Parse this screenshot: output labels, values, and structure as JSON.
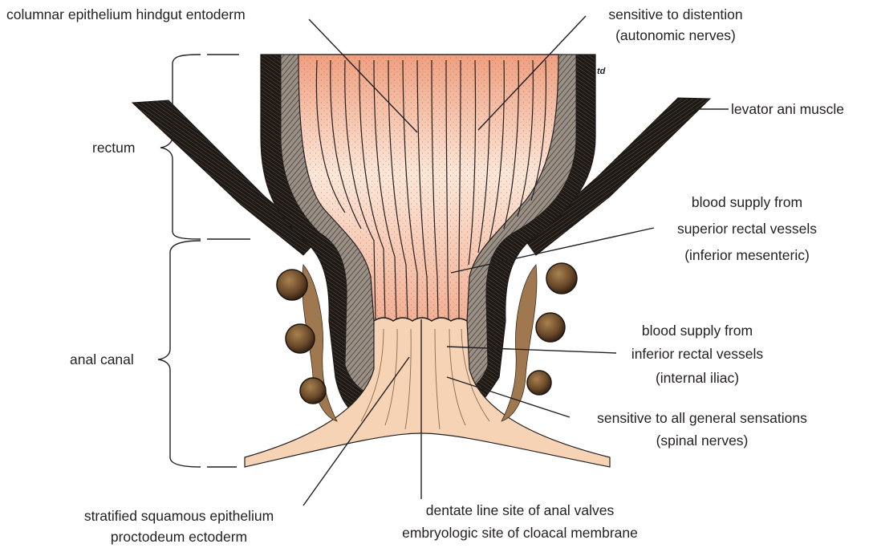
{
  "labels": {
    "columnar": "columnar epithelium hindgut entoderm",
    "distention_1": "sensitive to distention",
    "distention_2": "(autonomic nerves)",
    "levator": "levator ani muscle",
    "rectum": "rectum",
    "superior_1": "blood supply from",
    "superior_2": "superior rectal vessels",
    "superior_3": "(inferior mesenteric)",
    "anal_canal": "anal canal",
    "inferior_1": "blood supply from",
    "inferior_2": "inferior rectal vessels",
    "inferior_3": "(internal iliac)",
    "general_1": "sensitive to all general sensations",
    "general_2": "(spinal nerves)",
    "squamous_1": "stratified squamous epithelium",
    "squamous_2": "proctodeum ectoderm",
    "dentate_1": "dentate line site of anal valves",
    "dentate_2": "embryologic site of cloacal membrane"
  },
  "artist_mark": "td",
  "colors": {
    "rectal_mucosa_top": "#ef9f7f",
    "rectal_mucosa_mid": "#fde7d8",
    "rectal_mucosa_low": "#f6b79c",
    "anal_mucosa": "#f6d3b5",
    "muscle_dark": "#2a211c",
    "muscle_hatch": "#8a8076",
    "vessel_fill": "#6b4a2a",
    "vessel_highlight": "#a8814f",
    "tuft": "#a07850",
    "line": "#231f20"
  }
}
